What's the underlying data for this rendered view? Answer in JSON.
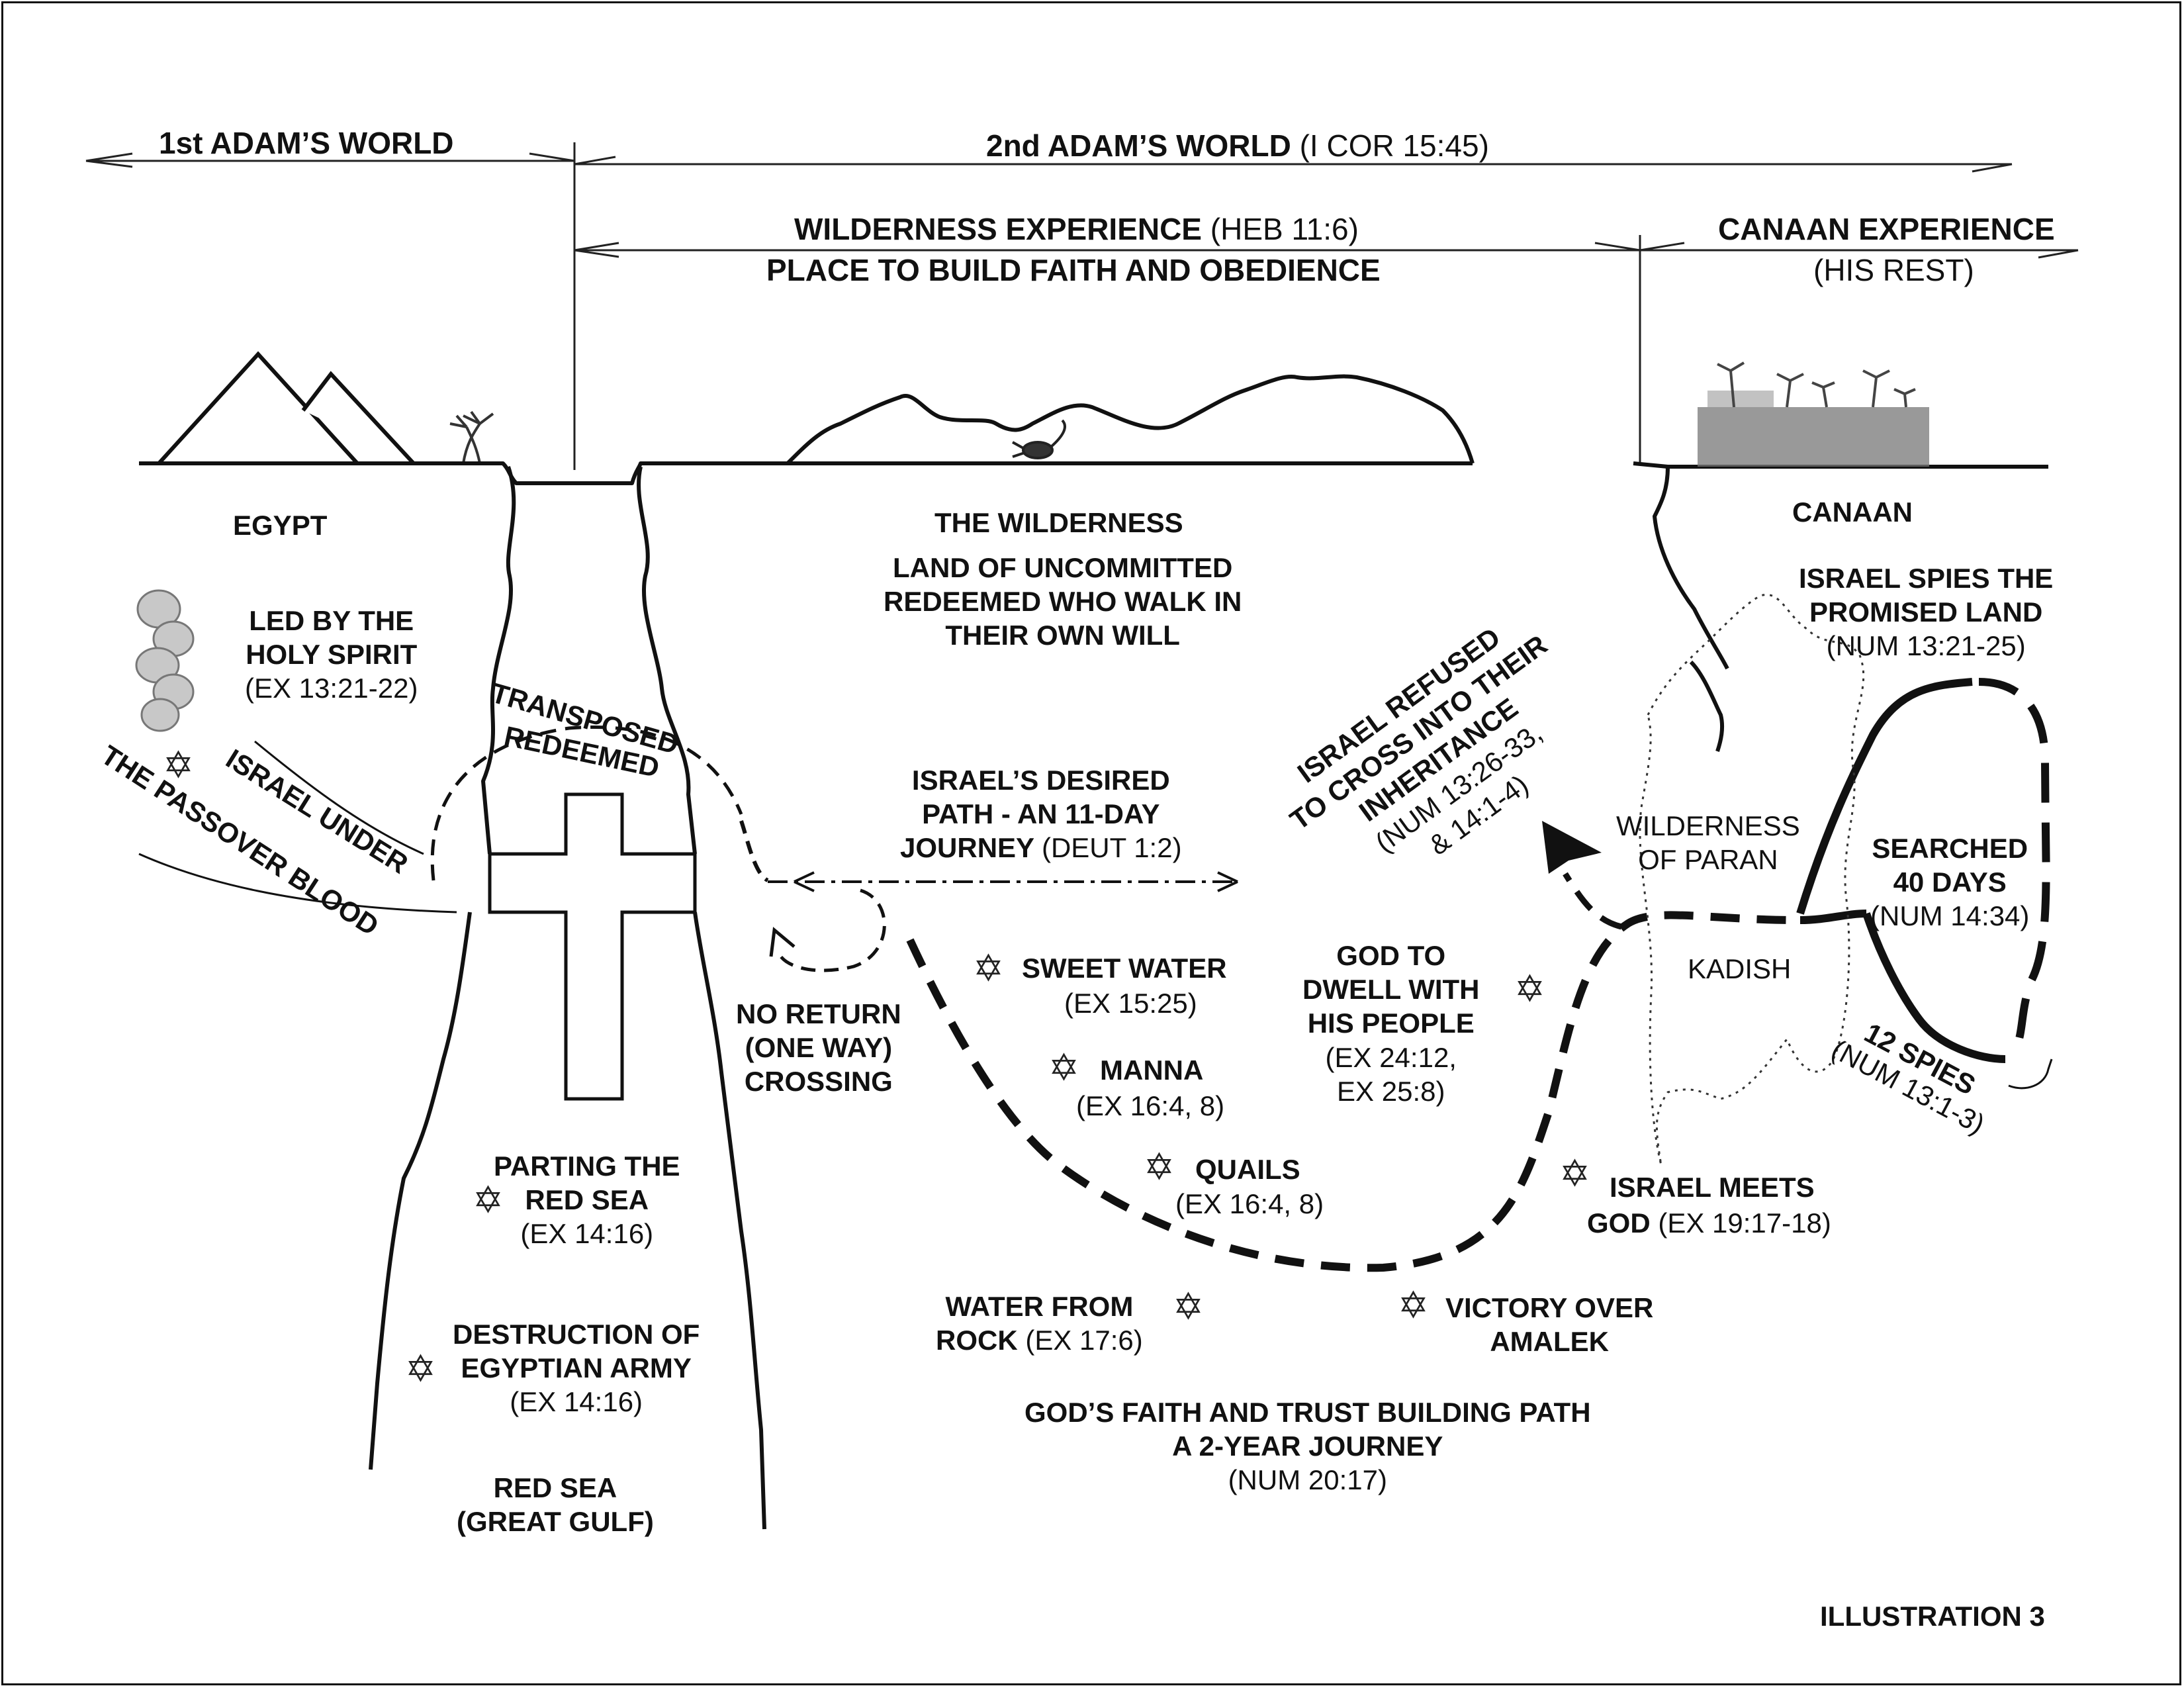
{
  "headers": {
    "first_world": "1st ADAM’S WORLD",
    "second_world": "2nd ADAM’S WORLD",
    "second_world_ref": "(I COR 15:45)",
    "wilderness_exp": "WILDERNESS EXPERIENCE",
    "wilderness_exp_ref": "(HEB 11:6)",
    "wilderness_exp_sub": "PLACE TO BUILD  FAITH AND OBEDIENCE",
    "canaan_exp": "CANAAN EXPERIENCE",
    "canaan_exp_sub": "(HIS REST)"
  },
  "regions": {
    "egypt": "EGYPT",
    "wilderness": "THE WILDERNESS",
    "wilderness_desc": [
      "LAND OF UNCOMMITTED",
      "REDEEMED WHO WALK IN",
      "THEIR OWN WILL"
    ],
    "canaan": "CANAAN",
    "red_sea": [
      "RED SEA",
      "(GREAT GULF)"
    ],
    "paran": [
      "WILDERNESS",
      "OF PARAN"
    ],
    "kadish": "KADISH"
  },
  "labels": {
    "led_by": [
      "LED BY THE",
      "HOLY SPIRIT"
    ],
    "led_by_ref": "(EX 13:21-22)",
    "israel_under": "ISRAEL UNDER",
    "passover_blood": "THE PASSOVER BLOOD",
    "transposed": "TRANSPOSED",
    "redeemed": "REDEEMED",
    "desired_path": [
      "ISRAEL’S DESIRED",
      "PATH - AN 11-DAY"
    ],
    "desired_path_journey": "JOURNEY",
    "desired_path_ref": "(DEUT 1:2)",
    "no_return": [
      "NO RETURN",
      "(ONE WAY)",
      "CROSSING"
    ],
    "sweet_water": "SWEET WATER",
    "sweet_water_ref": "(EX 15:25)",
    "manna": "MANNA",
    "manna_ref": "(EX 16:4, 8)",
    "quails": "QUAILS",
    "quails_ref": "(EX 16:4, 8)",
    "water_rock": "WATER FROM",
    "water_rock_2": "ROCK",
    "water_rock_ref": "(EX 17:6)",
    "victory": [
      "VICTORY OVER",
      "AMALEK"
    ],
    "dwell": [
      "GOD TO",
      "DWELL WITH",
      "HIS PEOPLE"
    ],
    "dwell_ref": [
      "(EX 24:12,",
      "EX 25:8)"
    ],
    "meets": "ISRAEL MEETS",
    "meets_2": "GOD",
    "meets_ref": "(EX 19:17-18)",
    "parting": [
      "PARTING THE",
      "RED SEA"
    ],
    "parting_ref": "(EX 14:16)",
    "destruction": [
      "DESTRUCTION OF",
      "EGYPTIAN ARMY"
    ],
    "destruction_ref": "(EX 14:16)",
    "refused": [
      "ISRAEL REFUSED",
      "TO CROSS INTO THEIR",
      "INHERITANCE"
    ],
    "refused_ref": [
      "(NUM 13:26-33,",
      "& 14:1-4)"
    ],
    "spies_land": [
      "ISRAEL SPIES THE",
      "PROMISED LAND"
    ],
    "spies_land_ref": "(NUM 13:21-25)",
    "searched": [
      "SEARCHED",
      "40 DAYS"
    ],
    "searched_ref": "(NUM 14:34)",
    "twelve_spies": "12 SPIES",
    "twelve_spies_ref": "(NUM 13:1-3)",
    "trust_path": [
      "GOD’S FAITH AND TRUST BUILDING PATH",
      "A 2-YEAR JOURNEY"
    ],
    "trust_path_ref": "(NUM 20:17)",
    "illustration": "ILLUSTRATION 3"
  },
  "icons": {
    "event_marker": "star-of-david-icon",
    "event_marker_glyph": "✡"
  }
}
